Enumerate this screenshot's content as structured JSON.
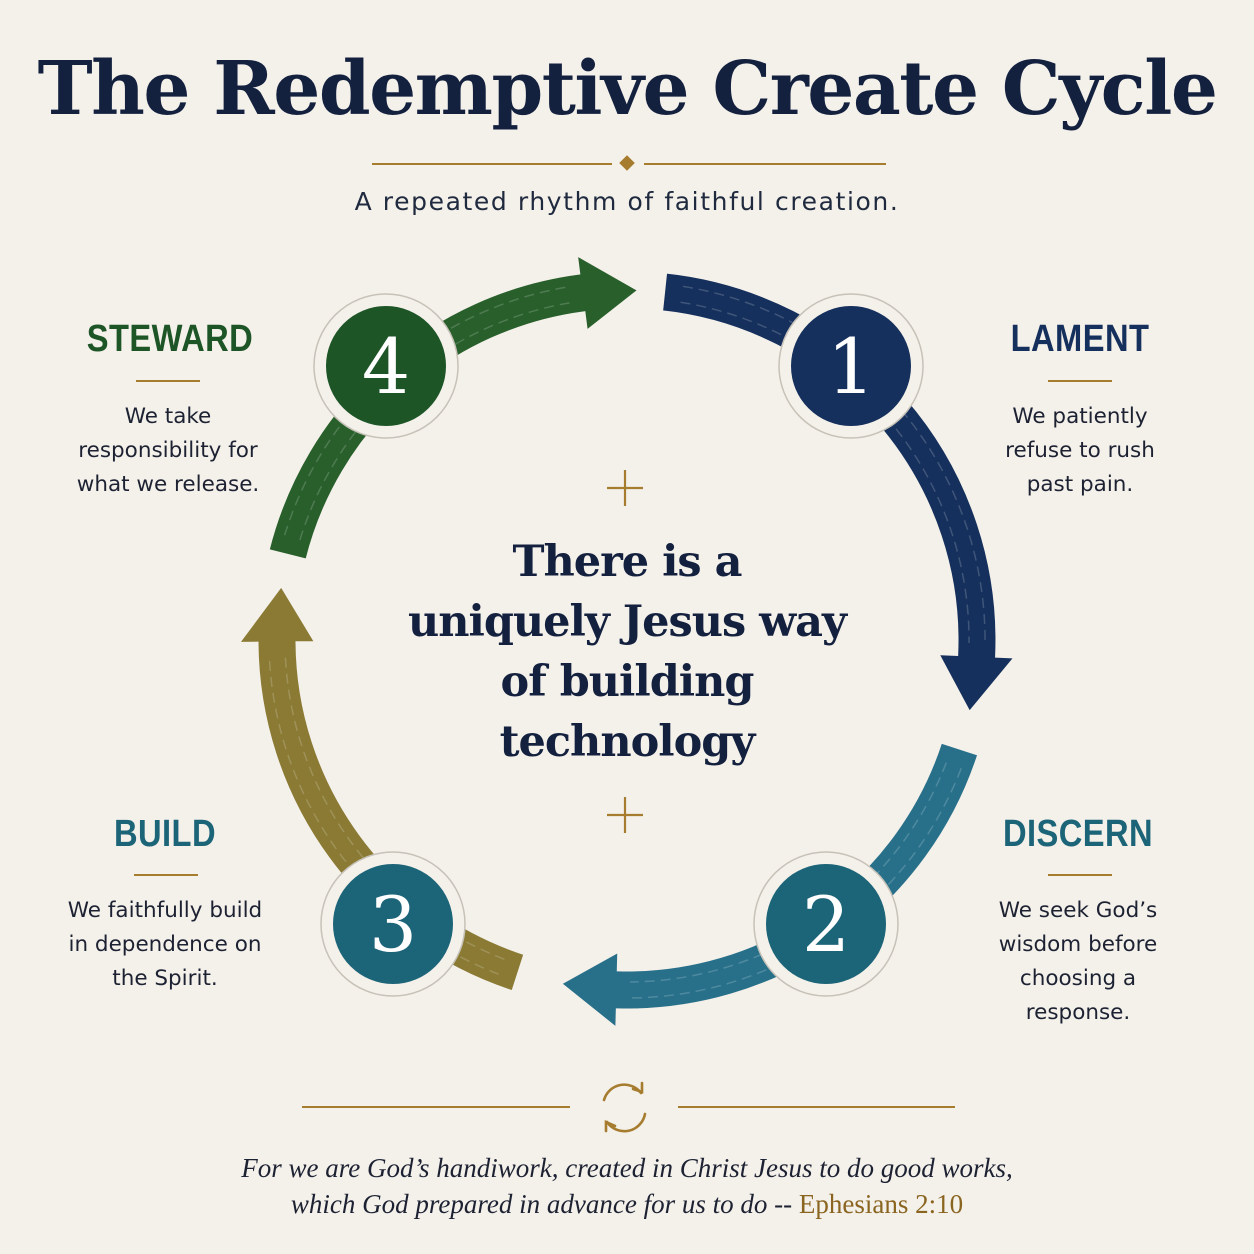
{
  "title": "The Redemptive Create Cycle",
  "subtitle": "A repeated rhythm of faithful creation.",
  "center_text": {
    "lines": [
      "There is a",
      "uniquely Jesus way",
      "of building",
      "technology"
    ]
  },
  "steps": [
    {
      "number": "1",
      "title": "LAMENT",
      "description": [
        "We patiently",
        "refuse to rush",
        "past pain."
      ],
      "color": "#15305c"
    },
    {
      "number": "2",
      "title": "DISCERN",
      "description": [
        "We seek God’s",
        "wisdom before",
        "choosing a",
        "response."
      ],
      "color": "#1c6478"
    },
    {
      "number": "3",
      "title": "BUILD",
      "description": [
        "We faithfully build",
        "in dependence on",
        "the Spirit."
      ],
      "color": "#1c6478"
    },
    {
      "number": "4",
      "title": "STEWARD",
      "description": [
        "We take",
        "responsibility for",
        "what we release."
      ],
      "color": "#1d5527"
    }
  ],
  "arc_colors": {
    "lament": "#15305c",
    "discern": "#28708a",
    "build": "#8a7a34",
    "steward": "#285f2b"
  },
  "accent_color": "#a67c2e",
  "cycle_icon": "refresh-cycle-icon",
  "quote": {
    "line1": "For we are God’s handiwork, created in Christ Jesus to do good works,",
    "line2": "which God prepared in advance for us to do --",
    "reference": "Ephesians 2:10"
  }
}
